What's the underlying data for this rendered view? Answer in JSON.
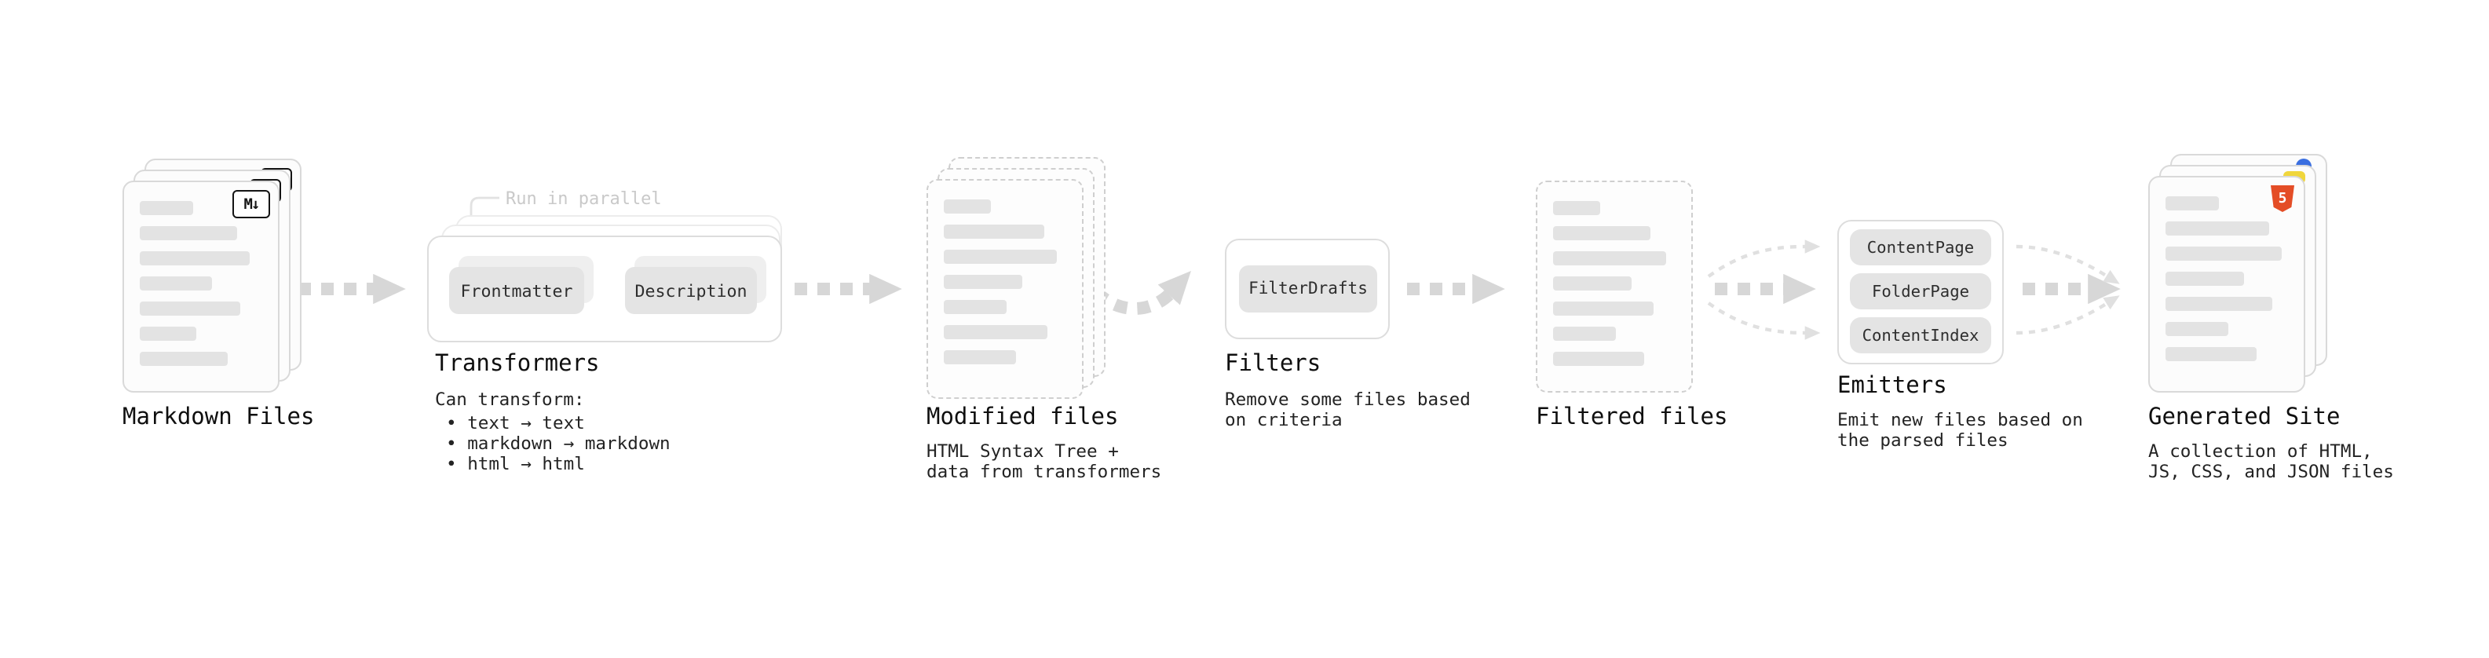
{
  "diagram": {
    "markdown_files": {
      "label": "Markdown Files",
      "icon": "M↓"
    },
    "transformers": {
      "annotation": "Run in parallel",
      "buttons": [
        "Frontmatter",
        "Description"
      ],
      "label": "Transformers",
      "desc_title": "Can transform:",
      "bullets": [
        "• text → text",
        "• markdown → markdown",
        "• html → html"
      ]
    },
    "modified_files": {
      "label": "Modified files",
      "desc_lines": [
        "HTML Syntax Tree +",
        "data from transformers"
      ]
    },
    "filters": {
      "buttons": [
        "FilterDrafts"
      ],
      "label": "Filters",
      "desc_lines": [
        "Remove some files based",
        "on criteria"
      ]
    },
    "filtered_files": {
      "label": "Filtered files"
    },
    "emitters": {
      "buttons": [
        "ContentPage",
        "FolderPage",
        "ContentIndex"
      ],
      "label": "Emitters",
      "desc_lines": [
        "Emit new files based on",
        "the parsed files"
      ]
    },
    "generated_site": {
      "label": "Generated Site",
      "html5_icon": "5",
      "desc_lines": [
        "A collection of HTML,",
        "JS, CSS, and JSON files"
      ]
    },
    "colors": {
      "arrow_gray": "#d7d7d7",
      "arrow_light": "#e0e0e0",
      "placeholder_bar": "#e3e3e3",
      "html5_orange": "#e44d26",
      "js_yellow": "#f0d63c",
      "css_blue": "#3b6fe0"
    }
  }
}
